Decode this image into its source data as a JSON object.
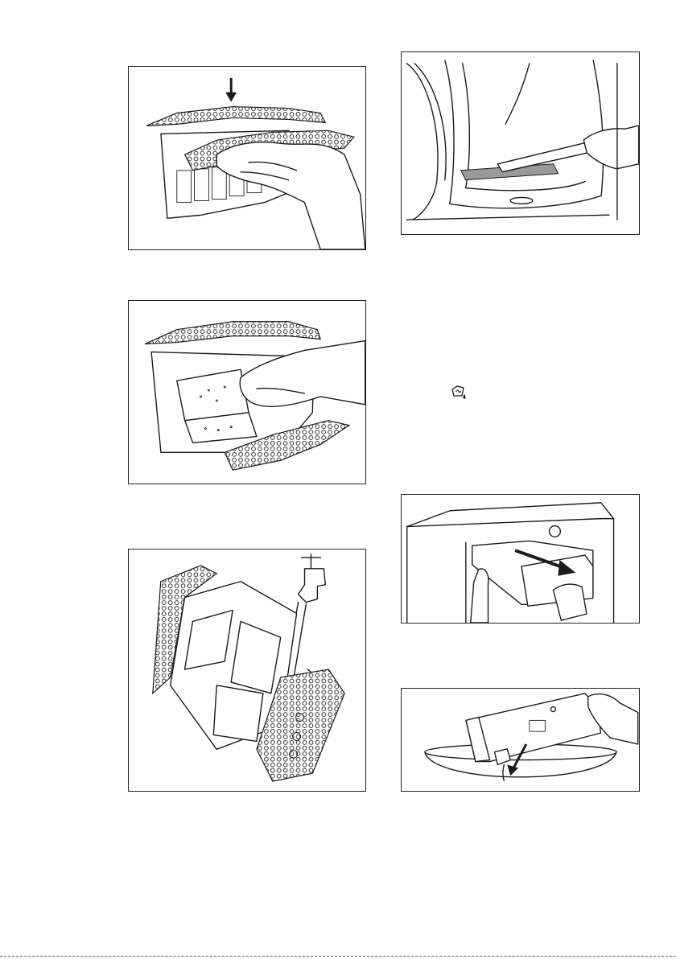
{
  "figures": [
    {
      "id": "fig1",
      "name": "filter-door-press-illustration"
    },
    {
      "id": "fig2",
      "name": "filter-open-remove-lint-illustration"
    },
    {
      "id": "fig3",
      "name": "filter-rinse-under-tap-illustration"
    },
    {
      "id": "fig4",
      "name": "drum-seal-vacuum-clean-illustration"
    },
    {
      "id": "fig5",
      "name": "pull-out-water-container-illustration"
    },
    {
      "id": "fig6",
      "name": "empty-water-container-bowl-illustration"
    }
  ],
  "icons": {
    "water_container": "water-container-icon",
    "press_arrow": "arrow-down-icon",
    "pull_arrow": "arrow-right-icon"
  },
  "colors": {
    "line": "#1a1a1a",
    "background": "#ffffff",
    "accent_grey": "#9a9a9a"
  }
}
